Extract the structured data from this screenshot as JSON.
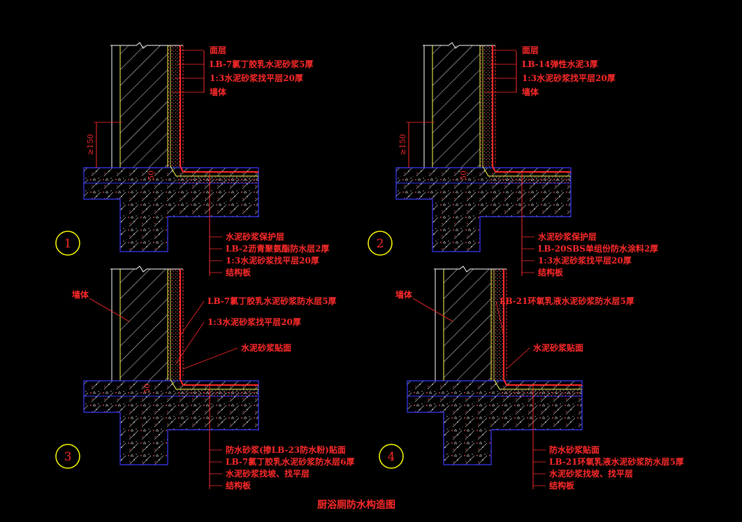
{
  "title": "厨浴厕防水构造图",
  "details": [
    {
      "id": "1",
      "dim_height": "≥150",
      "dim_corner": "50",
      "wall_labels": [
        "面层",
        "LB-7氯丁胶乳水泥砂浆5厚",
        "1:3水泥砂浆找平层20厚",
        "墙体"
      ],
      "floor_labels": [
        "水泥砂浆保护层",
        "LB-2沥青聚氨酯防水层2厚",
        "1:3水泥砂浆找平层20厚",
        "结构板"
      ]
    },
    {
      "id": "2",
      "dim_height": "≥150",
      "dim_corner": "50",
      "wall_labels": [
        "面层",
        "LB-14弹性水泥3厚",
        "1:3水泥砂浆找平层20厚",
        "墙体"
      ],
      "floor_labels": [
        "水泥砂浆保护层",
        "LB-20SBS单组份防水涂料2厚",
        "1:3水泥砂浆找平层20厚",
        "结构板"
      ]
    },
    {
      "id": "3",
      "dim_corner": "50",
      "wall_label": "墙体",
      "upper_labels": [
        "LB-7氯丁胶乳水泥砂浆防水层5厚",
        "1:3水泥砂浆找平层20厚",
        "水泥砂浆贴面"
      ],
      "floor_labels": [
        "防水砂浆(掺LB-23防水粉)贴面",
        "LB-7氯丁胶乳水泥砂浆防水层6厚",
        "水泥砂浆找坡、找平层",
        "结构板"
      ]
    },
    {
      "id": "4",
      "wall_label": "墙体",
      "upper_labels": [
        "LB-21环氧乳液水泥砂浆防水层5厚",
        "水泥砂浆贴面"
      ],
      "floor_labels": [
        "防水砂浆贴面",
        "LB-21环氧乳液水泥砂浆防水层5厚",
        "水泥砂浆找坡、找平层",
        "结构板"
      ]
    }
  ],
  "colors": {
    "background": "#000000",
    "text": "#ff2a2a",
    "wall": "#ffffff",
    "wall_edge": "#ffff55",
    "slab_edge": "#3a3aff",
    "layer": "#ff2a2a"
  }
}
